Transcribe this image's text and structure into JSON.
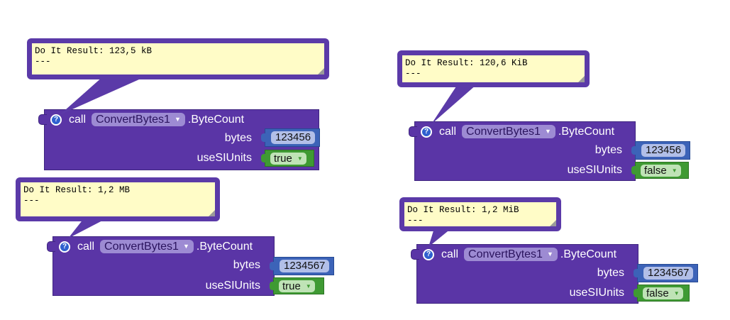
{
  "blocks": [
    {
      "result_text": "Do It Result: 123,5 kB\n---",
      "call_label": "call",
      "component": "ConvertBytes1",
      "method": ".ByteCount",
      "bytes_label": "bytes",
      "bytes_value": "123456",
      "si_label": "useSIUnits",
      "si_value": "true"
    },
    {
      "result_text": "Do It Result: 1,2 MB\n---",
      "call_label": "call",
      "component": "ConvertBytes1",
      "method": ".ByteCount",
      "bytes_label": "bytes",
      "bytes_value": "1234567",
      "si_label": "useSIUnits",
      "si_value": "true"
    },
    {
      "result_text": "Do It Result: 120,6 KiB\n---",
      "call_label": "call",
      "component": "ConvertBytes1",
      "method": ".ByteCount",
      "bytes_label": "bytes",
      "bytes_value": "123456",
      "si_label": "useSIUnits",
      "si_value": "false"
    },
    {
      "result_text": "Do It Result: 1,2 MiB\n---",
      "call_label": "call",
      "component": "ConvertBytes1",
      "method": ".ByteCount",
      "bytes_label": "bytes",
      "bytes_value": "1234567",
      "si_label": "useSIUnits",
      "si_value": "false"
    }
  ],
  "icons": {
    "help": "help-icon",
    "dropdown": "chevron-down-icon"
  },
  "colors": {
    "block": "#5a35a6",
    "number_socket": "#3c63b8",
    "boolean_socket": "#3f9a33",
    "bubble_background": "#fffcc7"
  }
}
